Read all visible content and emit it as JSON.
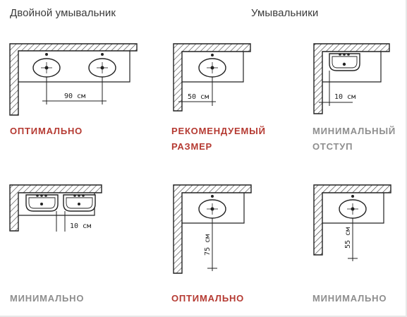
{
  "headings": {
    "double": "Двойной умывальник",
    "single": "Умывальники"
  },
  "panels": [
    {
      "caption": [
        "ОПТИМАЛЬНО"
      ],
      "dimension": "90 см",
      "caption_color": "#b53a32"
    },
    {
      "caption": [
        "РЕКОМЕНДУЕМЫЙ",
        "РАЗМЕР"
      ],
      "dimension": "50 см",
      "caption_color": "#b53a32"
    },
    {
      "caption": [
        "МИНИМАЛЬНЫЙ",
        "ОТСТУП"
      ],
      "dimension": "10 см",
      "caption_color": "#8e8e8e"
    },
    {
      "caption": [
        "МИНИМАЛЬНО"
      ],
      "dimension": "10 см",
      "caption_color": "#8e8e8e"
    },
    {
      "caption": [
        "ОПТИМАЛЬНО"
      ],
      "dimension": "75 см",
      "caption_color": "#b53a32"
    },
    {
      "caption": [
        "МИНИМАЛЬНО"
      ],
      "dimension": "55 см",
      "caption_color": "#8e8e8e"
    }
  ],
  "colors": {
    "line": "#222222",
    "hatch": "#444444",
    "accent_red": "#b53a32",
    "muted_gray": "#8e8e8e"
  }
}
